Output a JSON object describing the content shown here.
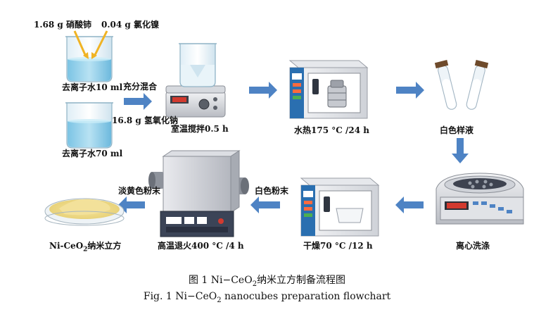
{
  "inputs": {
    "cerium_nitrate": "1.68 g 硝酸铈",
    "nickel_chloride": "0.04 g 氯化镍",
    "water_10": "去离子水10 ml",
    "sodium_hydroxide": "16.8 g 氢氧化钠",
    "water_70": "去离子水70 ml"
  },
  "steps": {
    "mix": "充分混合",
    "stir": "室温搅拌0.5 h",
    "hydrothermal": "水热175 °C /24 h",
    "white_liquid": "白色样液",
    "centrifuge": "离心洗涤",
    "dry": "干燥70 °C /12 h",
    "white_powder": "白色粉末",
    "anneal": "高温退火400 °C /4 h",
    "yellow_powder": "淡黄色粉末",
    "product_prefix": "Ni-CeO",
    "product_sub": "2",
    "product_suffix": "纳米立方"
  },
  "caption": {
    "zh_prefix": "图 1    Ni−CeO",
    "zh_sub": "2",
    "zh_suffix": "纳米立方制备流程图",
    "en_prefix": "Fig. 1    Ni−CeO",
    "en_sub": "2",
    "en_suffix": " nanocubes preparation flowchart"
  },
  "colors": {
    "arrow": "#4e83c4",
    "water": "#9fd3ea",
    "machine_dark": "#3b4457",
    "oven_blue": "#2a6fb0",
    "powder": "#f1e3a0"
  }
}
